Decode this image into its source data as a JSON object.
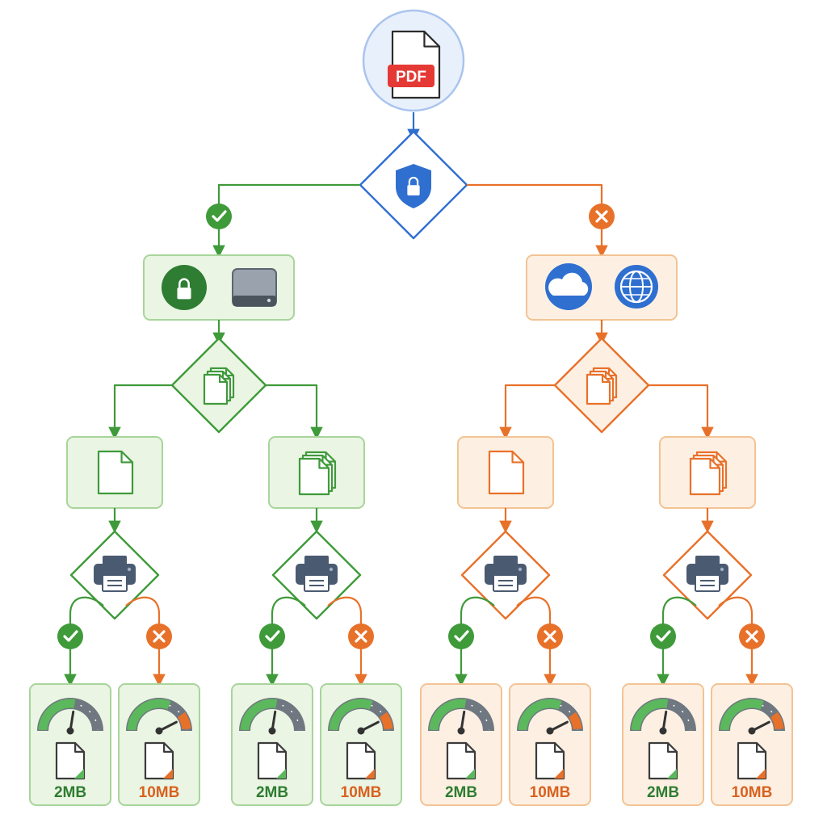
{
  "root": {
    "badge": "PDF"
  },
  "colors": {
    "green": "#3f9a3a",
    "green_fill": "#eaf5e3",
    "green_border": "#a8d59b",
    "green_dark": "#2e7d32",
    "orange": "#e8712a",
    "orange_fill": "#fdf0e3",
    "orange_border": "#f3c394",
    "orange_dark": "#d9611f",
    "blue": "#2f6fd0",
    "blue_fill": "#e8f0fc",
    "red": "#e53935",
    "printer": "#4a5a70",
    "gauge_track": "#6f7780"
  },
  "branches": [
    {
      "id": "secure",
      "decision": "check",
      "icons": [
        "padlock-icon",
        "hard-drive-icon"
      ],
      "subs": [
        {
          "pages": "single-page-icon",
          "outputs": [
            {
              "size": "2MB",
              "gauge": 0.55,
              "status": "check"
            },
            {
              "size": "10MB",
              "gauge": 0.85,
              "status": "cross"
            }
          ]
        },
        {
          "pages": "multi-page-icon",
          "outputs": [
            {
              "size": "2MB",
              "gauge": 0.55,
              "status": "check"
            },
            {
              "size": "10MB",
              "gauge": 0.85,
              "status": "cross"
            }
          ]
        }
      ]
    },
    {
      "id": "online",
      "decision": "cross",
      "icons": [
        "cloud-icon",
        "globe-icon"
      ],
      "subs": [
        {
          "pages": "single-page-icon",
          "outputs": [
            {
              "size": "2MB",
              "gauge": 0.55,
              "status": "check"
            },
            {
              "size": "10MB",
              "gauge": 0.85,
              "status": "cross"
            }
          ]
        },
        {
          "pages": "multi-page-icon",
          "outputs": [
            {
              "size": "2MB",
              "gauge": 0.55,
              "status": "check"
            },
            {
              "size": "10MB",
              "gauge": 0.85,
              "status": "cross"
            }
          ]
        }
      ]
    }
  ]
}
